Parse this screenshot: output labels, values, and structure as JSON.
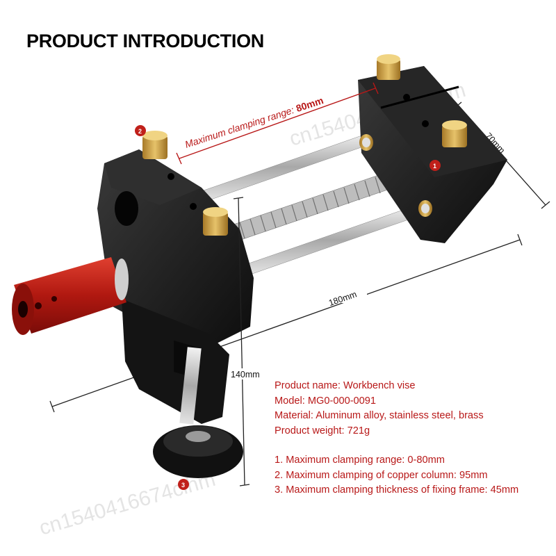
{
  "title": "PRODUCT INTRODUCTION",
  "watermark": "cn1540416674cihm",
  "annotations": {
    "clamp_range_prefix": "Maximum clamping range: ",
    "clamp_range_value": "80mm",
    "width_70": "70mm",
    "length_180": "180mm",
    "height_140": "140mm",
    "badge_1": "1",
    "badge_2": "2",
    "badge_3": "3"
  },
  "specs": {
    "product_name": "Product name: Workbench vise",
    "model": "Model: MG0-000-0091",
    "material": "Material: Aluminum alloy, stainless steel, brass",
    "weight": "Product weight: 721g"
  },
  "features": [
    "1. Maximum clamping range: 0-80mm",
    "2. Maximum clamping of copper column: 95mm",
    "3. Maximum clamping thickness of fixing frame: 45mm"
  ],
  "colors": {
    "accent": "#b81818",
    "body": "#151515",
    "brass": "#c9a14a",
    "handle": "#c0201a"
  }
}
